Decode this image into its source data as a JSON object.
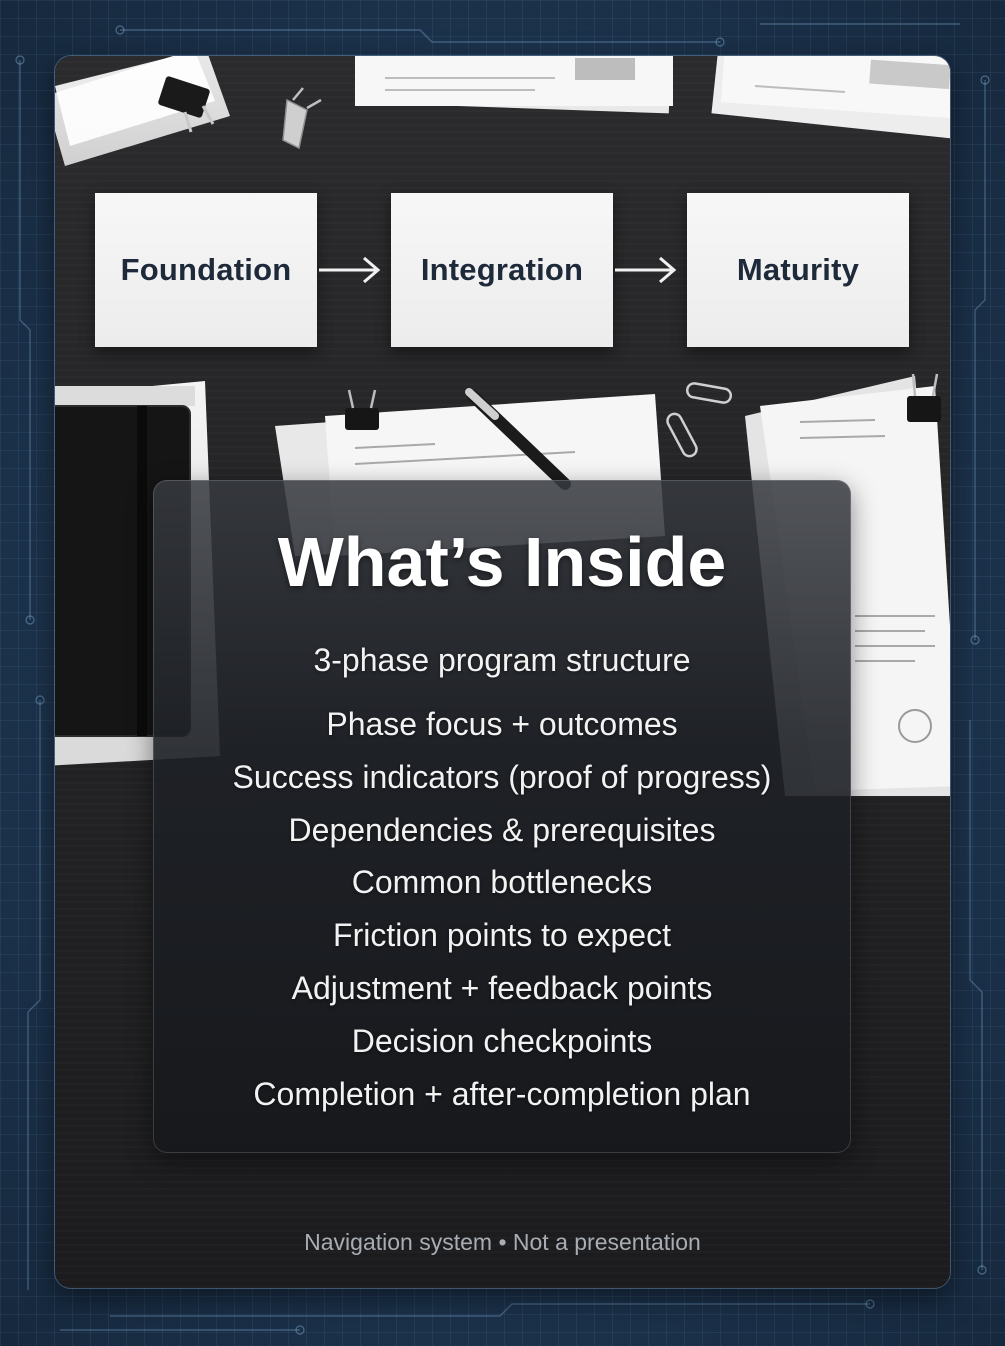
{
  "phases": [
    "Foundation",
    "Integration",
    "Maturity"
  ],
  "panel": {
    "title": "What’s Inside",
    "items": [
      "3-phase program structure",
      "Phase focus + outcomes",
      "Success indicators (proof of progress)",
      "Dependencies & prerequisites",
      "Common bottlenecks",
      "Friction points to expect",
      "Adjustment + feedback points",
      "Decision checkpoints",
      "Completion + after-completion plan"
    ]
  },
  "footer": "Navigation system • Not a presentation",
  "colors": {
    "background": "#1b3350",
    "card": "#242426",
    "phase_text": "#1e2a3a",
    "panel_text": "#f2f2f2",
    "footer_text": "#a8adb3"
  },
  "icons": [
    "arrow-right-icon",
    "binder-clip-icon",
    "paperclip-icon",
    "pen-icon",
    "notebook-icon"
  ]
}
